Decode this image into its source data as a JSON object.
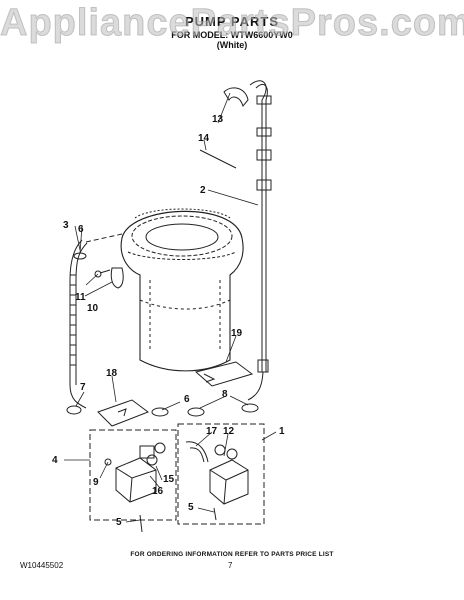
{
  "watermark": "AppliancePartsPros.com",
  "header": {
    "title": "PUMP PARTS",
    "model_line": "FOR MODEL: WTW6600YW0",
    "color": "(White)"
  },
  "callouts": {
    "c1": "1",
    "c2": "2",
    "c3": "3",
    "c4": "4",
    "c5a": "5",
    "c5b": "5",
    "c6a": "6",
    "c6b": "6",
    "c7": "7",
    "c8": "8",
    "c9": "9",
    "c10": "10",
    "c11": "11",
    "c12": "12",
    "c13": "13",
    "c14": "14",
    "c15": "15",
    "c16": "16",
    "c17": "17",
    "c18": "18",
    "c19": "19"
  },
  "footer": {
    "note": "FOR ORDERING INFORMATION REFER TO PARTS PRICE LIST",
    "doc_number": "W10445502",
    "page_number": "7"
  }
}
